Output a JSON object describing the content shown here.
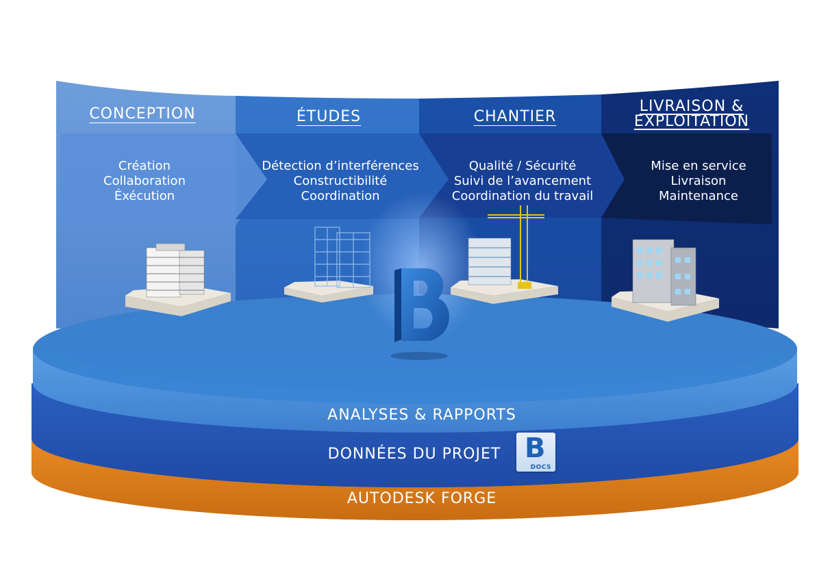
{
  "phases": [
    {
      "title": "CONCEPTION",
      "items": [
        "Création",
        "Collaboration",
        "Éxécution"
      ]
    },
    {
      "title": "ÉTUDES",
      "items": [
        "Détection d’interférences",
        "Constructibilité",
        "Coordination"
      ]
    },
    {
      "title": "CHANTIER",
      "items": [
        "Qualité / Sécurité",
        "Suivi de l’avancement",
        "Coordination du travail"
      ]
    },
    {
      "title_line1": "LIVRAISON &",
      "title_line2": "EXPLOITATION",
      "items": [
        "Mise en service",
        "Livraison",
        "Maintenance"
      ]
    }
  ],
  "layers": {
    "analyses": "ANALYSES & RAPPORTS",
    "donnees": "DONNÉES DU PROJET",
    "forge": "AUTODESK FORGE"
  },
  "badge": {
    "letter": "B",
    "label": "DOCS"
  },
  "center_logo": {
    "letter": "B"
  },
  "colors": {
    "panel_light": "#5a8fd6",
    "panel_mid": "#2b6cc4",
    "panel_dark": "#103f95",
    "panel_navy": "#0b2257",
    "platform_top": "#3e86d2",
    "band_blue": "#2456b5",
    "band_orange": "#e0801e"
  }
}
